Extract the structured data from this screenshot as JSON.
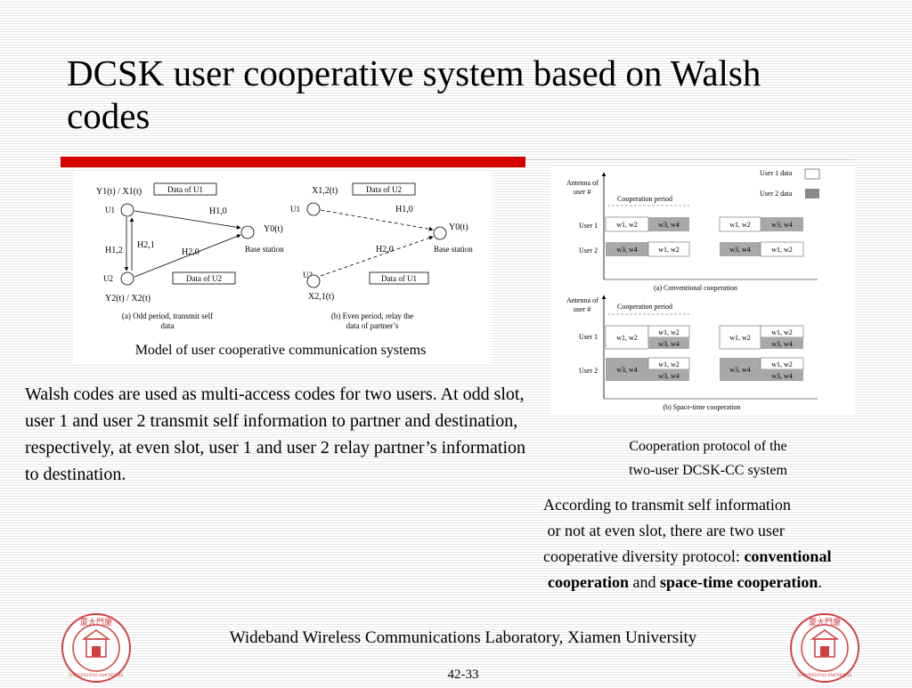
{
  "title": "DCSK user cooperative system based on Walsh codes",
  "colors": {
    "accent_bar": "#d40000",
    "gray_cell": "#a8a8a8"
  },
  "figure_left": {
    "odd": {
      "label_top": "Y1(t) / X1(t)",
      "label_bottom": "Y2(t) / X2(t)",
      "box_u1": "Data of U1",
      "box_u2": "Data of U2",
      "node_u1": "U1",
      "node_u2": "U2",
      "h10": "H1,0",
      "h20": "H2,0",
      "h12": "H1,2",
      "h21": "H2,1",
      "y0": "Y0(t)",
      "base": "Base station",
      "caption_line1": "(a) Odd period, transmit self",
      "caption_line2": "data"
    },
    "even": {
      "label_top": "X1,2(t)",
      "label_bottom": "X2,1(t)",
      "box_top": "Data of U2",
      "box_bottom": "Data of U1",
      "node_u1": "U1",
      "node_u2": "U2",
      "h10": "H1,0",
      "h20": "H2,0",
      "y0": "Y0(t)",
      "base": "Base station",
      "caption_line1": "(b) Even period, relay the",
      "caption_line2": "data of partner’s"
    },
    "caption": "Model of user cooperative communication systems"
  },
  "figure_right": {
    "legend_user1": "User 1 data",
    "legend_user2": "User 2 data",
    "antenna_line1": "Antenna of",
    "antenna_line2": "user #",
    "coop_period": "Cooperation period",
    "user1": "User 1",
    "user2": "User 2",
    "w12": "w1, w2",
    "w34": "w3, w4",
    "caption_a": "(a) Conventional cooperation",
    "caption_b": "(b) Space-time cooperation"
  },
  "caption_right_line1": "Cooperation protocol of the",
  "caption_right_line2": "two-user DCSK-CC system",
  "body_text": "Walsh codes are used as multi-access codes for two users. At odd slot, user 1 and  user 2 transmit self information to partner and destination, respectively, at even slot, user 1 and user 2 relay partner’s information to destination.",
  "right_para": {
    "line1": "According to transmit self information",
    "line2": " or not at even slot, there are two user",
    "line3": "cooperative diversity protocol: ",
    "bold1": "conventional",
    "bold2": "cooperation",
    "and": " and ",
    "bold3": "space-time cooperation",
    "end": "."
  },
  "footer": {
    "lab": "Wideband Wireless Communications Laboratory, Xiamen University",
    "page": "42-33",
    "logo_top_text": "厦大門廈",
    "logo_ring_text": "UNIVERSITAS AMOIENSIS"
  }
}
